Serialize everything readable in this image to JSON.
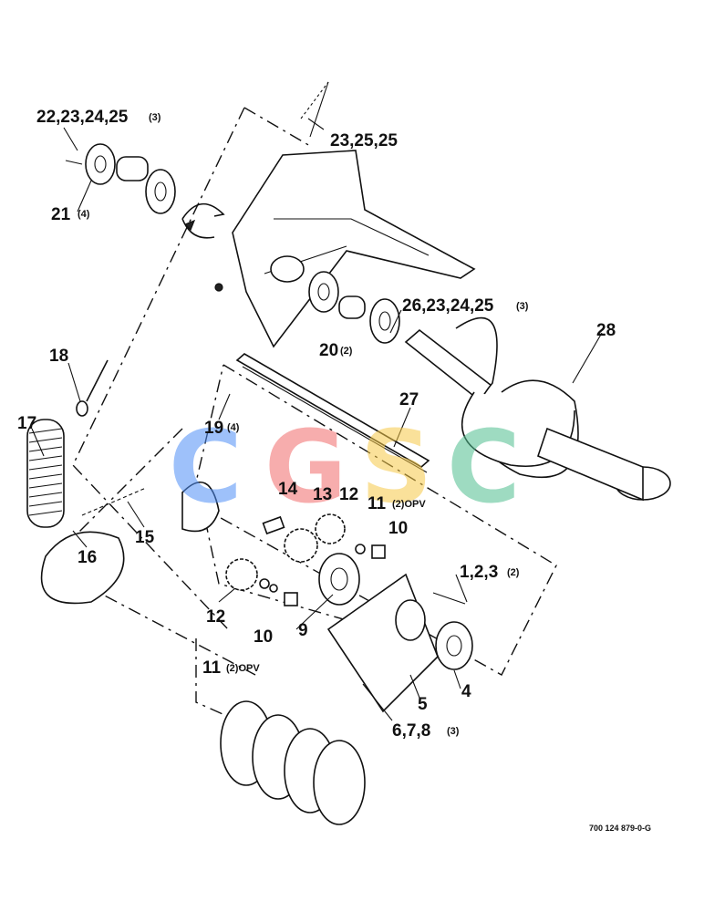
{
  "callouts": {
    "c1": "22,23,24,25",
    "c1q": "(3)",
    "c2": "23,25,25",
    "c3": "21",
    "c3q": "(4)",
    "c4": "26,23,24,25",
    "c4q": "(3)",
    "c5": "20",
    "c5q": "(2)",
    "c6": "28",
    "c7": "18",
    "c8": "17",
    "c9": "27",
    "c10": "19",
    "c10q": "(4)",
    "c11": "14",
    "c12": "13",
    "c13": "12",
    "c14": "11",
    "c14q": "(2)OPV",
    "c15": "10",
    "c16": "15",
    "c17": "16",
    "c18": "1,2,3",
    "c18q": "(2)",
    "c19": "12",
    "c20": "9",
    "c21": "10",
    "c22": "11",
    "c22q": "(2)OPV",
    "c23": "4",
    "c24": "5",
    "c25": "6,7,8",
    "c25q": "(3)"
  },
  "part_number": "700 124 879-0-G",
  "watermark": {
    "letters": [
      "C",
      "G",
      "S",
      "C"
    ],
    "colors": [
      "#4f8ff7",
      "#f26b6b",
      "#f7c948",
      "#4fbf8f"
    ]
  }
}
